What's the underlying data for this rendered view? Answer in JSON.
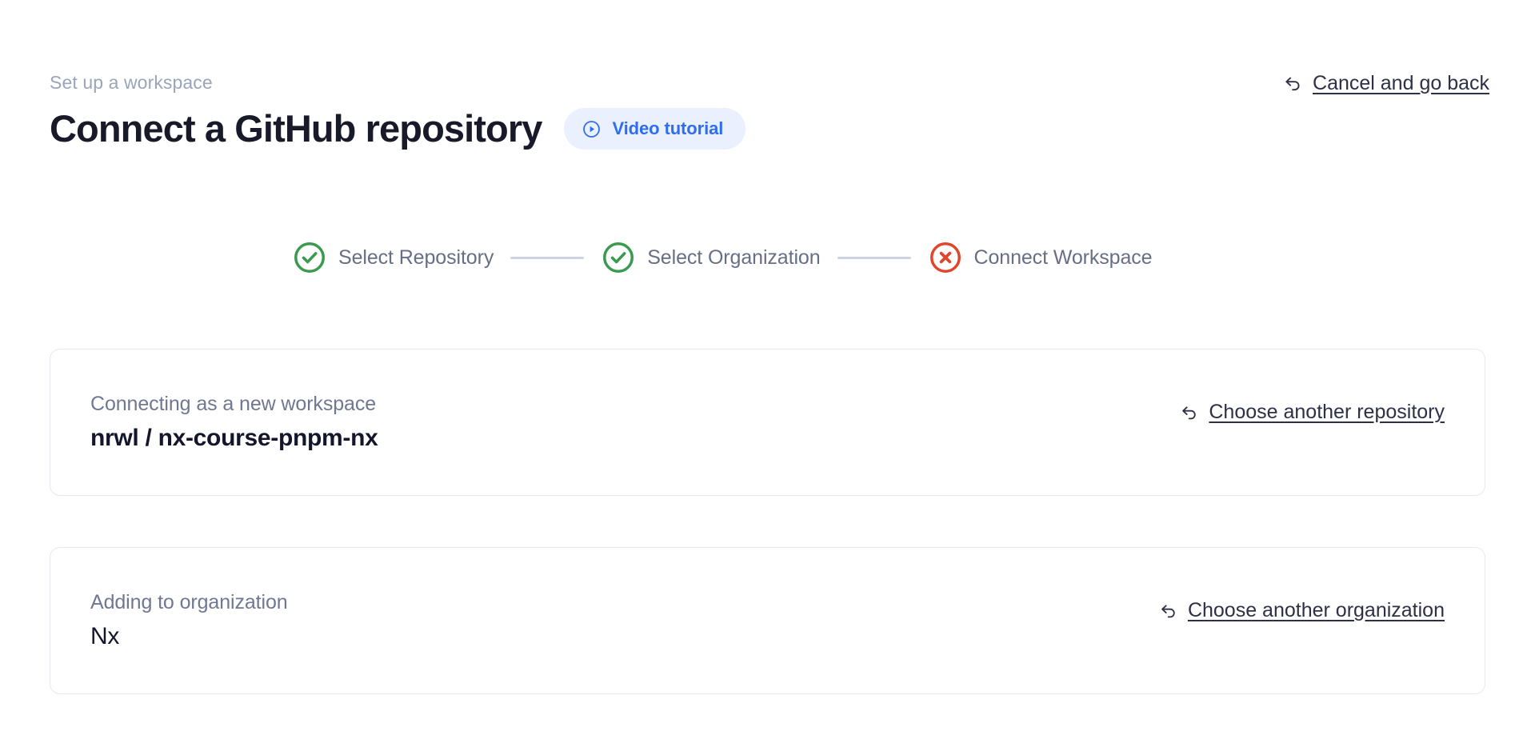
{
  "header": {
    "eyebrow": "Set up a workspace",
    "title": "Connect a GitHub repository",
    "video_tutorial_label": "Video tutorial",
    "cancel_label": "Cancel and go back"
  },
  "stepper": {
    "steps": [
      {
        "label": "Select Repository",
        "state": "complete",
        "icon": "check-circle-icon"
      },
      {
        "label": "Select Organization",
        "state": "complete",
        "icon": "check-circle-icon"
      },
      {
        "label": "Connect Workspace",
        "state": "error",
        "icon": "x-circle-icon"
      }
    ]
  },
  "cards": [
    {
      "caption": "Connecting as a new workspace",
      "owner": "nrwl",
      "separator": "/",
      "name": "nx-course-pnpm-nx",
      "value": "nrwl / nx-course-pnpm-nx",
      "action_label": "Choose another repository"
    },
    {
      "caption": "Adding to organization",
      "value": "Nx",
      "action_label": "Choose another organization"
    }
  ],
  "colors": {
    "accent_blue": "#2f6df0",
    "pill_bg": "#eaf0fe",
    "success_green": "#3a9a4e",
    "error_red": "#e0452c",
    "text_dark": "#181a2a",
    "text_muted": "#9aa4bb",
    "text_slate": "#676e86",
    "connector": "#ccd3e2",
    "card_border": "#e8e9ef"
  }
}
